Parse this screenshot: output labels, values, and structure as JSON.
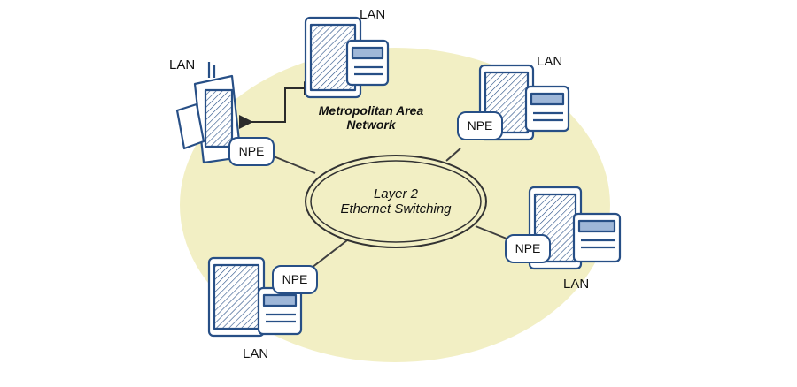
{
  "diagram": {
    "region_label_line1": "Metropolitan Area",
    "region_label_line2": "Network",
    "core_label_line1": "Layer 2",
    "core_label_line2": "Ethernet Switching",
    "nodes": [
      {
        "id": "top",
        "lan_label": "LAN",
        "npe_label": ""
      },
      {
        "id": "left",
        "lan_label": "LAN",
        "npe_label": "NPE"
      },
      {
        "id": "right-top",
        "lan_label": "LAN",
        "npe_label": "NPE"
      },
      {
        "id": "right-bottom",
        "lan_label": "LAN",
        "npe_label": "NPE"
      },
      {
        "id": "bottom-left",
        "lan_label": "LAN",
        "npe_label": "NPE"
      }
    ]
  },
  "colors": {
    "region_fill": "#f2efc4",
    "line": "#3f3f3f",
    "device_stroke": "#274f86",
    "device_shade": "#9fb7d8"
  }
}
